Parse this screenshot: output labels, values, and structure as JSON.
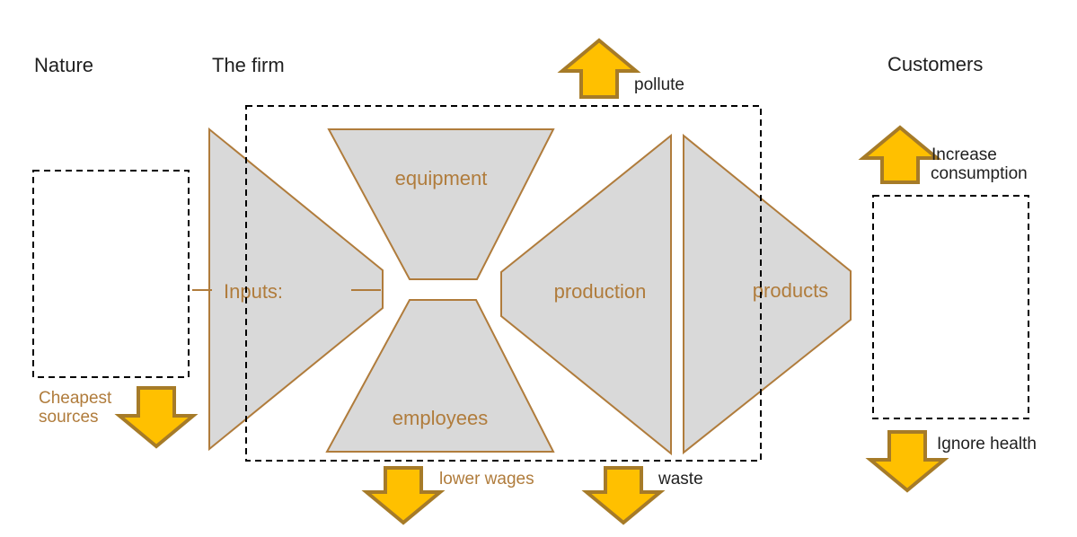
{
  "sections": {
    "nature_title": "Nature",
    "firm_title": "The firm",
    "customers_title": "Customers"
  },
  "firm_shapes": {
    "inputs_label": "Inputs:",
    "equipment_label": "equipment",
    "employees_label": "employees",
    "production_label": "production",
    "products_label": "products"
  },
  "annotations": {
    "pollute": "pollute",
    "lower_wages": "lower wages",
    "waste": "waste",
    "increase_consumption_line1": "Increase",
    "increase_consumption_line2": "consumption",
    "ignore_health": "Ignore health",
    "cheapest_sources_line1": "Cheapest",
    "cheapest_sources_line2": "sources"
  },
  "colors": {
    "background": "#FFFFFF",
    "shape_fill": "#D9D9D9",
    "shape_stroke": "#B07C3C",
    "brown_text": "#B07C3C",
    "arrow_fill": "#FFC000",
    "arrow_stroke": "#A67B28",
    "black_text": "#1F1F1F",
    "dashed_box_stroke": "#000000"
  }
}
